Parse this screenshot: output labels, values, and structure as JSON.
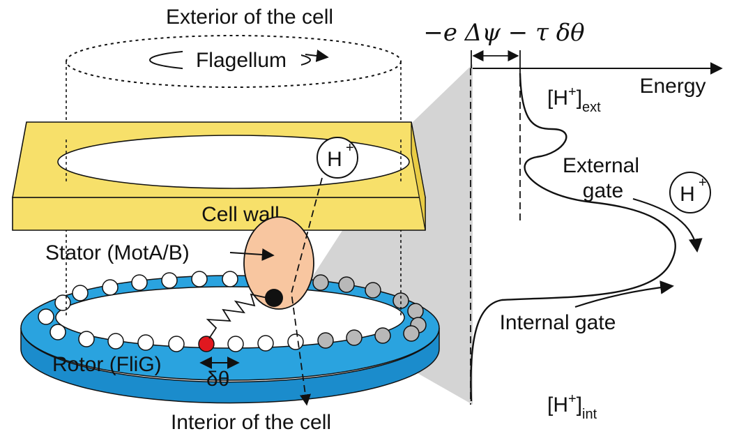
{
  "labels": {
    "exterior": "Exterior of the cell",
    "interior": "Interior of the cell",
    "flagellum": "Flagellum",
    "cell_wall": "Cell wall",
    "stator": "Stator (MotA/B)",
    "rotor": "Rotor (FliG)",
    "delta_theta": "δθ",
    "proton_left": "H",
    "proton_right": "H",
    "proton_charge": "+",
    "energy_formula": "−e Δψ − τ δθ",
    "energy_axis": "Energy",
    "h_ext_main": "[H",
    "h_ext_sup": "+",
    "h_ext_close": "]",
    "h_ext_sub": "ext",
    "h_int_main": "[H",
    "h_int_sup": "+",
    "h_int_close": "]",
    "h_int_sub": "int",
    "external_gate_1": "External",
    "external_gate_2": "gate",
    "internal_gate": "Internal gate"
  },
  "colors": {
    "cell_wall": "#f7e06a",
    "cell_wall_edge": "#e9cc45",
    "rotor": "#2aa3df",
    "rotor_side": "#1b8ccc",
    "stator": "#f8c6a0",
    "red_bead": "#e0181f",
    "gray_bead": "#b8b8b8",
    "projection": "#d4d4d4"
  }
}
